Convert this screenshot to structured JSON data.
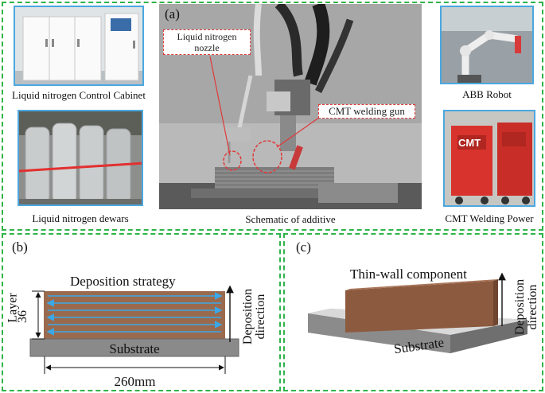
{
  "panel_a": {
    "label": "(a)",
    "captions": {
      "cabinet": "Liquid nitrogen Control Cabinet",
      "dewars": "Liquid nitrogen dewars",
      "schematic": "Schematic of additive",
      "robot": "ABB Robot",
      "power": "CMT Welding Power"
    },
    "callouts": {
      "nozzle_line1": "Liquid nitrogen",
      "nozzle_line2": "nozzle",
      "gun": "CMT welding gun"
    },
    "power_brand": "CMT"
  },
  "panel_b": {
    "label": "(b)",
    "title": "Deposition strategy",
    "layer_label": "Layer",
    "layer_value": "36",
    "deposition_line1": "Deposition",
    "deposition_line2": "direction",
    "substrate": "Substrate",
    "width": "260mm"
  },
  "panel_c": {
    "label": "(c)",
    "component": "Thin-wall component",
    "deposition_line1": "Deposition",
    "deposition_line2": "direction",
    "substrate": "Substrate"
  },
  "colors": {
    "panel_border": "#2fb34a",
    "photo_border": "#4aa8e0",
    "callout_border": "#e03a3a",
    "wall_brown": "#9a6a4e",
    "substrate_gray": "#8a8a8a",
    "path_arrow": "#3aa8e8"
  }
}
